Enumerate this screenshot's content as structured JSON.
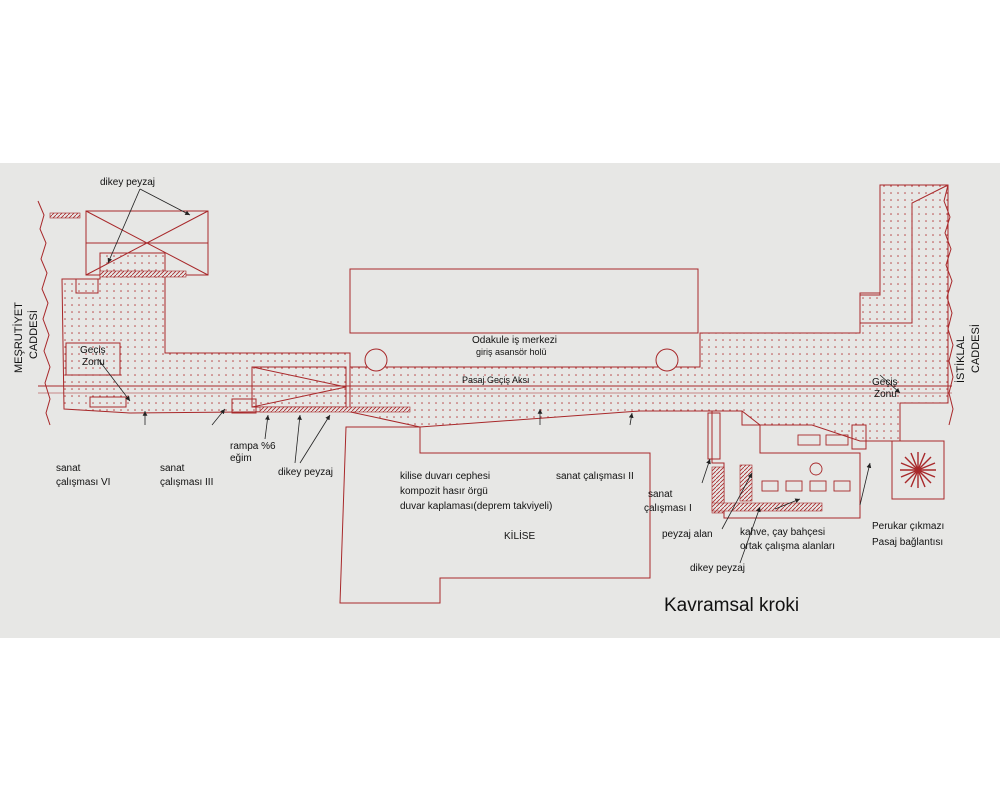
{
  "streets": {
    "left_line1": "MEŞRUTİYET",
    "left_line2": "CADDESİ",
    "right_line1": "İSTİKLAL",
    "right_line2": "CADDESİ"
  },
  "labels": {
    "dikey_peyzaj_top": "dikey peyzaj",
    "gecis_left_1": "Geçiş",
    "gecis_left_2": "Zonu",
    "gecis_right_1": "Geçiş",
    "gecis_right_2": "Zonu",
    "odakule_1": "Odakule iş merkezi",
    "odakule_2": "giriş asansör holü",
    "pasaj_axis": "Pasaj Geçiş Aksı",
    "sanat_vi_1": "sanat",
    "sanat_vi_2": "çalışması VI",
    "sanat_iii_1": "sanat",
    "sanat_iii_2": "çalışması III",
    "rampa_1": "rampa %6",
    "rampa_2": "eğim",
    "dikey_peyzaj_mid": "dikey peyzaj",
    "kilise_wall_1": "kilise duvarı cephesi",
    "kilise_wall_2": "kompozit hasır örgü",
    "kilise_wall_3": "duvar kaplaması(deprem takviyeli)",
    "sanat_ii": "sanat çalışması II",
    "sanat_i_1": "sanat",
    "sanat_i_2": "çalışması I",
    "peyzaj_alan": "peyzaj alan",
    "kahve_1": "kahve, çay bahçesi",
    "kahve_2": "ortak çalışma alanları",
    "dikey_peyzaj_bottom": "dikey peyzaj",
    "perukar_1": "Perukar çıkmazı",
    "perukar_2": "Pasaj bağlantısı",
    "kilise": "KİLİSE",
    "title": "Kavramsal kroki"
  },
  "colors": {
    "sheet": "#e7e7e5",
    "line": "#a8282a",
    "hatch": "#b23a3a",
    "text": "#111111"
  }
}
